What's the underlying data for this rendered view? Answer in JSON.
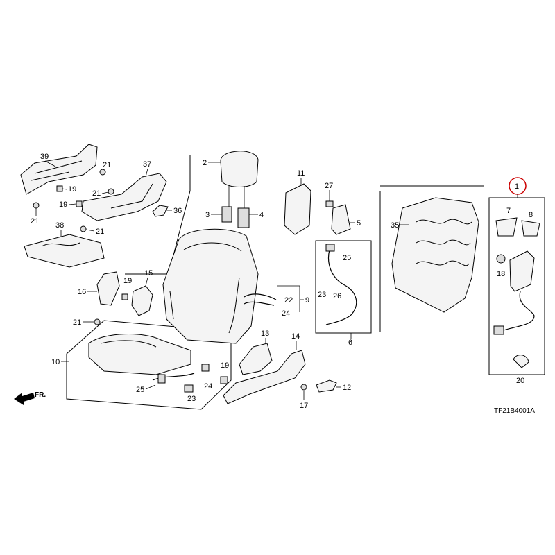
{
  "diagram": {
    "code": "TF21B4001A",
    "front_indicator": "FR.",
    "highlighted_part": "1",
    "callouts": {
      "c1": "1",
      "c2": "2",
      "c3": "3",
      "c4": "4",
      "c5": "5",
      "c6": "6",
      "c7": "7",
      "c8": "8",
      "c9": "9",
      "c10": "10",
      "c11": "11",
      "c12": "12",
      "c13": "13",
      "c14": "14",
      "c15": "15",
      "c16": "16",
      "c17": "17",
      "c18": "18",
      "c19a": "19",
      "c19b": "19",
      "c19c": "19",
      "c19d": "19",
      "c20": "20",
      "c21a": "21",
      "c21b": "21",
      "c21c": "21",
      "c21d": "21",
      "c21e": "21",
      "c22": "22",
      "c23a": "23",
      "c23b": "23",
      "c24a": "24",
      "c24b": "24",
      "c25a": "25",
      "c25b": "25",
      "c26": "26",
      "c27": "27",
      "c35": "35",
      "c36": "36",
      "c37": "37",
      "c38": "38",
      "c39": "39"
    },
    "colors": {
      "line": "#000000",
      "highlight": "#cc0000",
      "background": "#ffffff"
    }
  }
}
